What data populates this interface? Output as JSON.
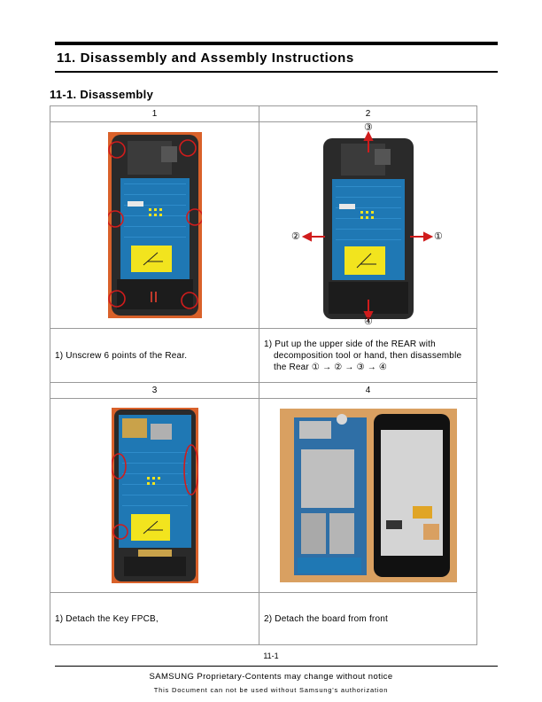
{
  "chapter": {
    "title": "11. Disassembly and Assembly Instructions"
  },
  "section": {
    "title": "11-1. Disassembly"
  },
  "steps": [
    {
      "number": "1",
      "caption_lines": [
        "1) Unscrew 6 points of the Rear."
      ]
    },
    {
      "number": "2",
      "caption_lines": [
        "1) Put up the upper side of the REAR with",
        "decomposition tool or hand, then disassemble",
        "the Rear ① → ② → ③ → ④"
      ]
    },
    {
      "number": "3",
      "caption_lines": [
        "1) Detach the Key FPCB,"
      ]
    },
    {
      "number": "4",
      "caption_lines": [
        "2) Detach the board from front"
      ]
    }
  ],
  "arrow_labels": {
    "top": "③",
    "left": "②",
    "right": "①",
    "bottom": "④"
  },
  "footer": {
    "page_number": "11-1",
    "line1": "SAMSUNG Proprietary-Contents may change without notice",
    "line2": "This Document can not be used without Samsung's authorization"
  },
  "colors": {
    "highlight": "#d01c1c",
    "pcb": "#1f78b4",
    "phone_body": "#2a2a2a",
    "label_yellow": "#f2e41e"
  }
}
